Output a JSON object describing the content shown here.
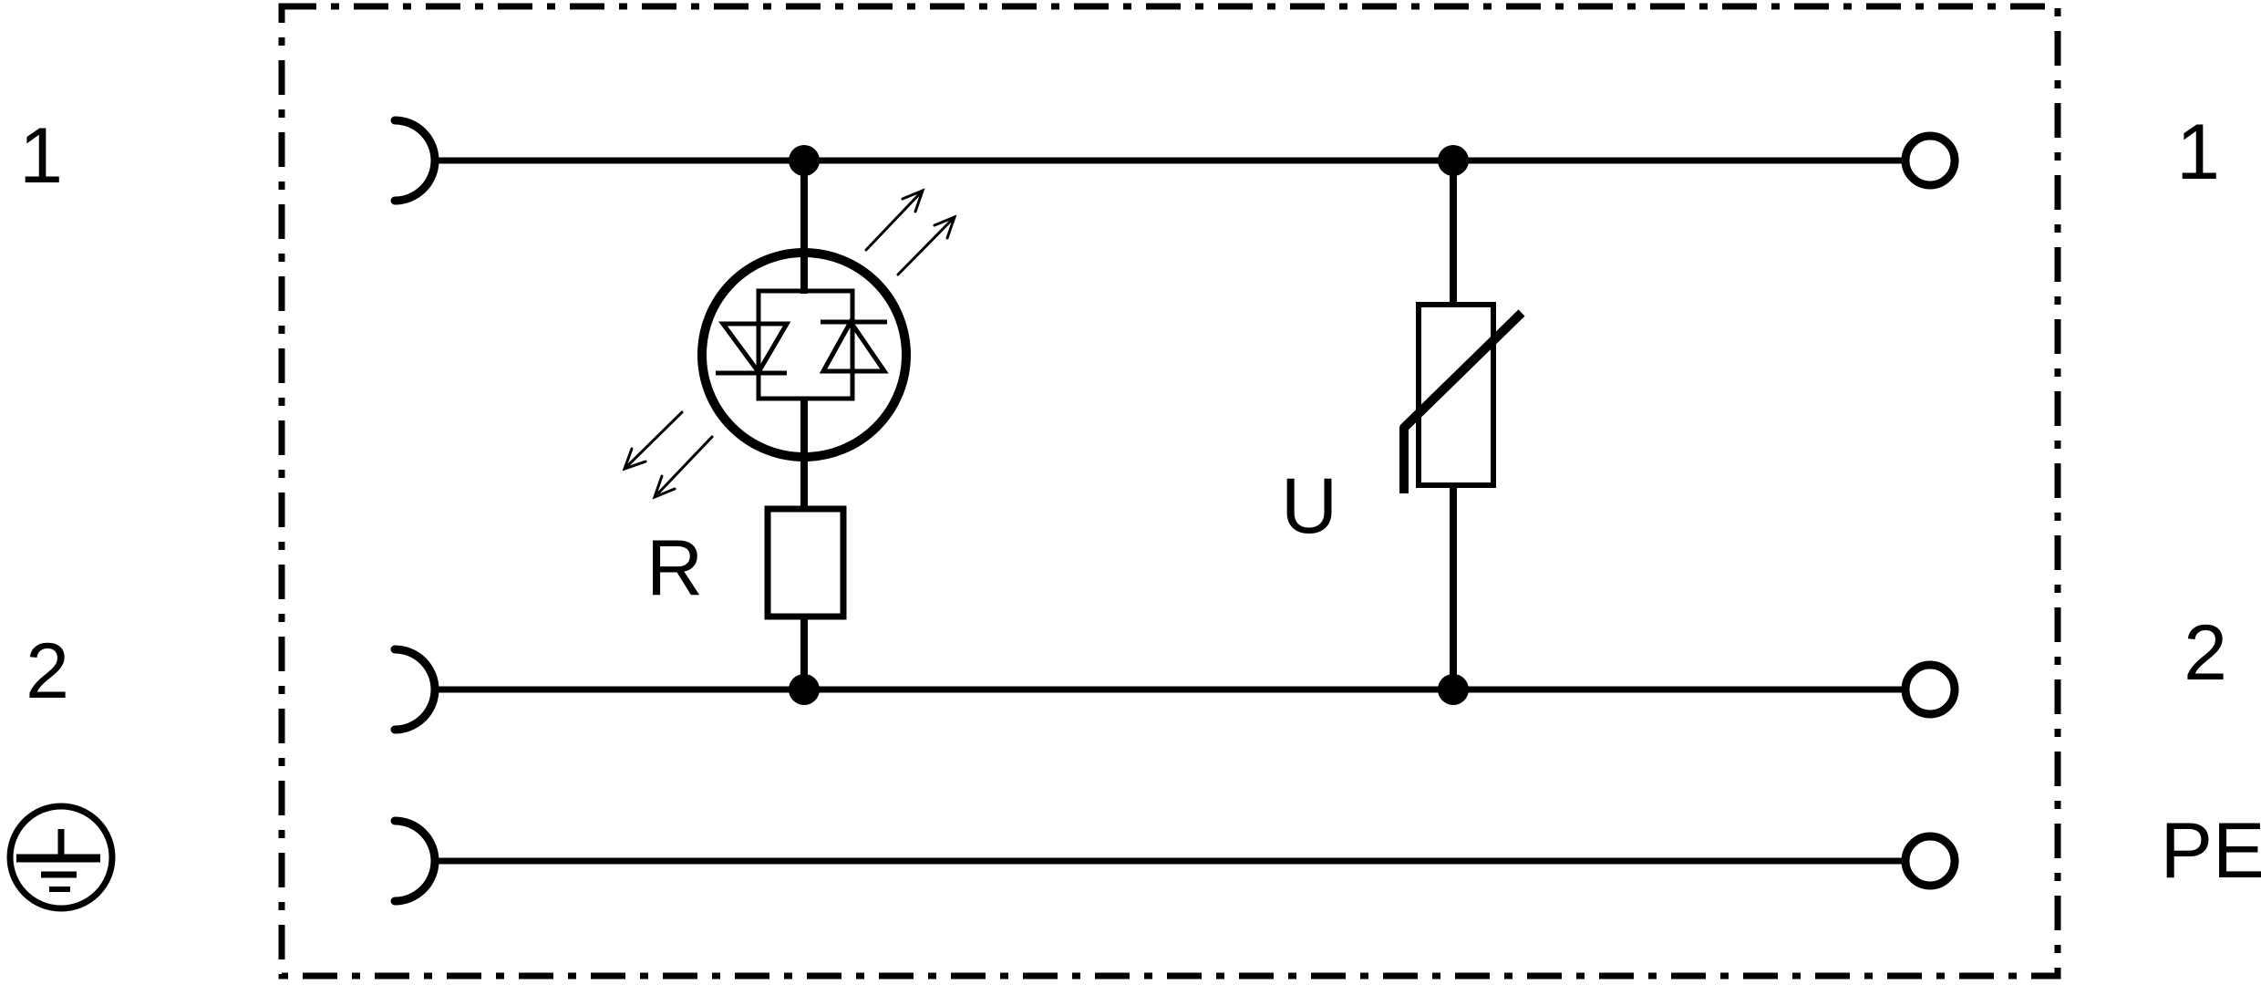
{
  "diagram": {
    "type": "circuit-wiring-diagram",
    "colors": {
      "line": "#000000",
      "background": "#ffffff"
    },
    "enclosure": {
      "border_style": "dash-dot"
    },
    "left_terminals": {
      "t1": {
        "label": "1"
      },
      "t2": {
        "label": "2"
      },
      "pe": {
        "icon": "protective-earth-icon"
      }
    },
    "right_terminals": {
      "t1": {
        "label": "1"
      },
      "t2": {
        "label": "2"
      },
      "pe": {
        "label": "PE"
      }
    },
    "components": {
      "led": {
        "icon": "bidirectional-led-icon"
      },
      "resistor": {
        "label": "R"
      },
      "varistor": {
        "label": "U"
      }
    }
  }
}
